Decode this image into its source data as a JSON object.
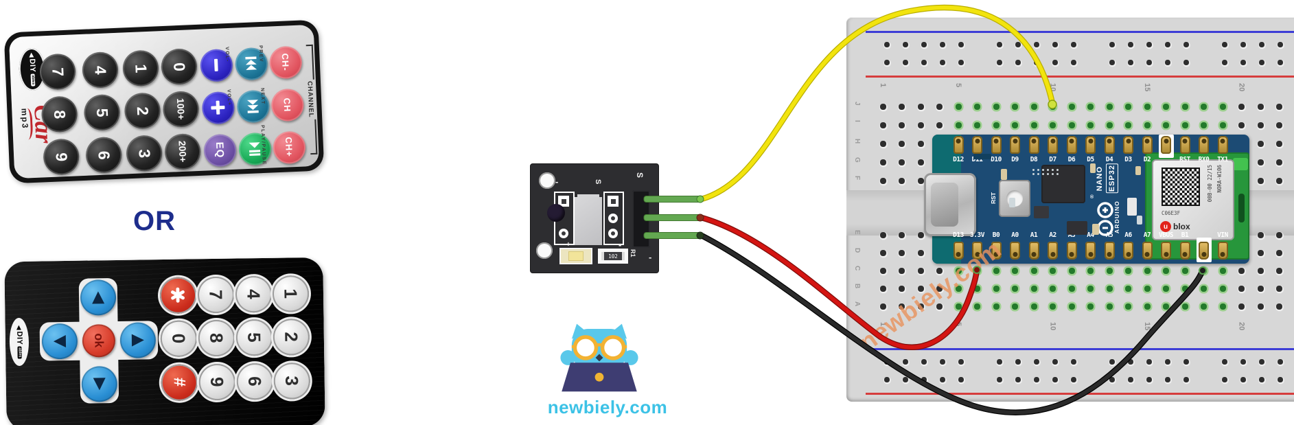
{
  "or_label": "OR",
  "watermark": "newbiely.com",
  "site_logo_text": "newbiely.com",
  "diy_logo": {
    "arrow": "◀",
    "diy": "DIY",
    "ables": "ables"
  },
  "remote_car": {
    "car": "Car",
    "mp3": "mp3",
    "rows": [
      [
        {
          "t": "7",
          "k": "dark"
        },
        {
          "t": "4",
          "k": "dark"
        },
        {
          "t": "1",
          "k": "dark"
        },
        {
          "t": "0",
          "k": "dark"
        },
        {
          "i": "minus",
          "k": "blue"
        },
        {
          "i": "prev",
          "k": "teal"
        },
        {
          "t": "CH-",
          "k": "red"
        }
      ],
      [
        {
          "t": "8",
          "k": "dark"
        },
        {
          "t": "5",
          "k": "dark"
        },
        {
          "t": "2",
          "k": "dark"
        },
        {
          "t": "100+",
          "k": "dark"
        },
        {
          "i": "plus",
          "k": "blue"
        },
        {
          "i": "next",
          "k": "teal"
        },
        {
          "t": "CH",
          "k": "red"
        }
      ],
      [
        {
          "t": "9",
          "k": "dark"
        },
        {
          "t": "6",
          "k": "dark"
        },
        {
          "t": "3",
          "k": "dark"
        },
        {
          "t": "200+",
          "k": "dark"
        },
        {
          "t": "EQ",
          "k": "purple"
        },
        {
          "i": "playpause",
          "k": "green"
        },
        {
          "t": "CH+",
          "k": "red"
        }
      ]
    ],
    "side_labels": [
      "VOL-",
      "PREV",
      "VOL+",
      "NEXT",
      "PLAY/PAUSE"
    ],
    "channel_label": "CHANNEL"
  },
  "remote_mini": {
    "ok": "ok",
    "grid": [
      [
        "*",
        "7",
        "4",
        "1"
      ],
      [
        "0",
        "8",
        "5",
        "2"
      ],
      [
        "#",
        "9",
        "6",
        "3"
      ]
    ],
    "red_keys": [
      "*",
      "#"
    ]
  },
  "ir_module": {
    "s_inner": "S",
    "s_header": "S",
    "minus_top": "-",
    "minus_bottom": "-",
    "plus": "+",
    "resistor": "102",
    "r1": "R1",
    "r1_minus": "-"
  },
  "breadboard": {
    "rows_top": [
      "J",
      "I",
      "H",
      "G",
      "F"
    ],
    "rows_bottom": [
      "E",
      "D",
      "C",
      "B",
      "A"
    ],
    "col_numbers": [
      "1",
      "5",
      "10",
      "15",
      "20"
    ]
  },
  "arduino": {
    "top_pins": [
      "D12",
      "D11",
      "D10",
      "D9",
      "D8",
      "D7",
      "D6",
      "D5",
      "D4",
      "D3",
      "D2",
      "",
      "RST",
      "RX0",
      "TX1"
    ],
    "bottom_pins": [
      "D13",
      "3.3V",
      "B0",
      "A0",
      "A1",
      "A2",
      "A3",
      "A4",
      "A5",
      "A6",
      "A7",
      "VBUS",
      "B1",
      "",
      "VIN"
    ],
    "nano": "NANO",
    "esp32": "ESP32",
    "arduino_word": "ARDUINO",
    "rst": "RST",
    "reg_mark": "®",
    "ublox": {
      "qr_caption": "C06E3F",
      "line1": "00B-00 22/15",
      "line2": "NORA-W106",
      "u": "u",
      "blox": "blox"
    }
  },
  "wires": [
    {
      "name": "signal-wire",
      "color": "#f2e40e",
      "from": "IR OUT (S)",
      "to": "D7"
    },
    {
      "name": "power-wire",
      "color": "#d41512",
      "from": "IR VCC (+)",
      "to": "3.3V"
    },
    {
      "name": "ground-wire",
      "color": "#2a2a2a",
      "from": "IR GND (-)",
      "to": "GND"
    }
  ],
  "colors": {
    "or": "#1d2d8c",
    "watermark": "#e8946a",
    "logo_cyan": "#3cc2e6",
    "breadboard": "#d7d7d7",
    "pcb_blue": "#1c4b74"
  }
}
